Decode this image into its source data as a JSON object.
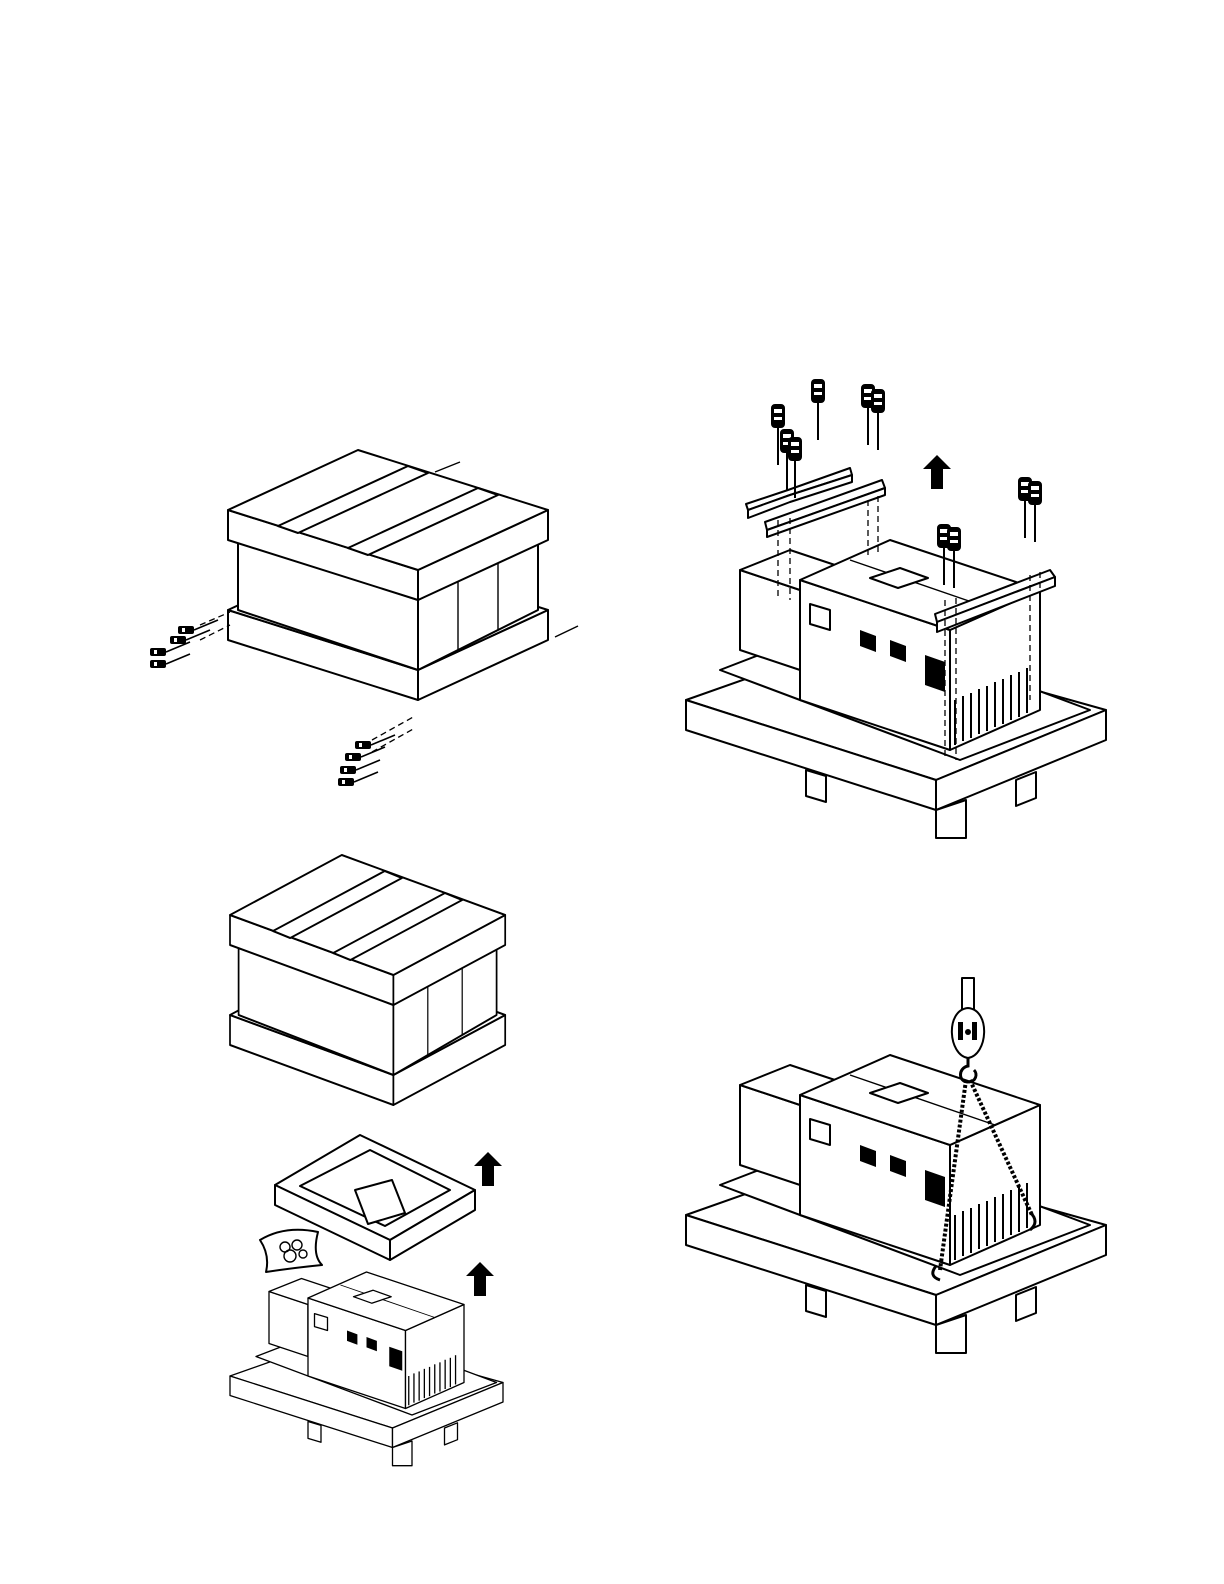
{
  "page": {
    "background": "#ffffff",
    "line_color": "#000000"
  },
  "figures": [
    {
      "id": "crate-remove-bolts",
      "icons": [
        "crated-drive-icon",
        "bolt-icon"
      ]
    },
    {
      "id": "remove-brackets-lift",
      "icons": [
        "drive-on-pallet-icon",
        "bolt-icon",
        "lift-arrow-icon"
      ]
    },
    {
      "id": "crate-closed",
      "icons": [
        "crated-drive-icon"
      ]
    },
    {
      "id": "remove-lid-and-parts",
      "icons": [
        "crate-lid-icon",
        "parts-bag-icon",
        "lift-arrow-icon",
        "drive-on-pallet-icon"
      ]
    },
    {
      "id": "hoist-with-chains",
      "icons": [
        "hoist-hook-icon",
        "chain-icon",
        "drive-on-pallet-icon"
      ]
    }
  ]
}
